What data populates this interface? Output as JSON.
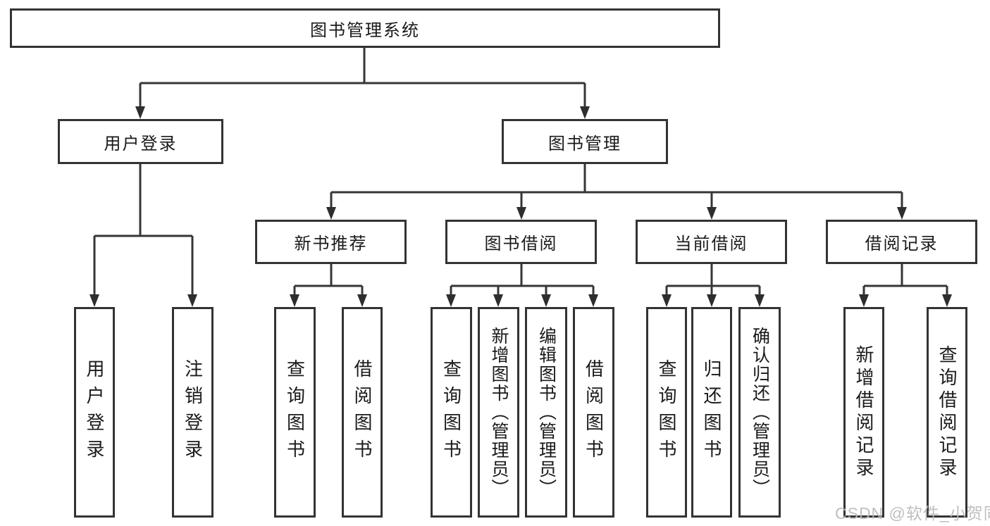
{
  "diagram": {
    "title": "图书管理系统",
    "level2": [
      {
        "label": "用户登录"
      },
      {
        "label": "图书管理"
      }
    ],
    "level3": [
      {
        "label": "新书推荐"
      },
      {
        "label": "图书借阅"
      },
      {
        "label": "当前借阅"
      },
      {
        "label": "借阅记录"
      }
    ],
    "leaves": [
      {
        "label": "用户登录"
      },
      {
        "label": "注销登录"
      },
      {
        "label": "查询图书"
      },
      {
        "label": "借阅图书"
      },
      {
        "label": "查询图书"
      },
      {
        "label": "新增图书（管理员）"
      },
      {
        "label": "编辑图书（管理员）"
      },
      {
        "label": "借阅图书"
      },
      {
        "label": "查询图书"
      },
      {
        "label": "归还图书"
      },
      {
        "label": "确认归还（管理员）"
      },
      {
        "label": "新增借阅记录"
      },
      {
        "label": "查询借阅记录"
      }
    ]
  },
  "watermark": {
    "text": "CSDN @软件_小贺同学"
  },
  "colors": {
    "background": "#ffffff",
    "line": "#363636",
    "box_border": "#333333",
    "text": "#1a1a1a",
    "watermark": "#bababa"
  }
}
